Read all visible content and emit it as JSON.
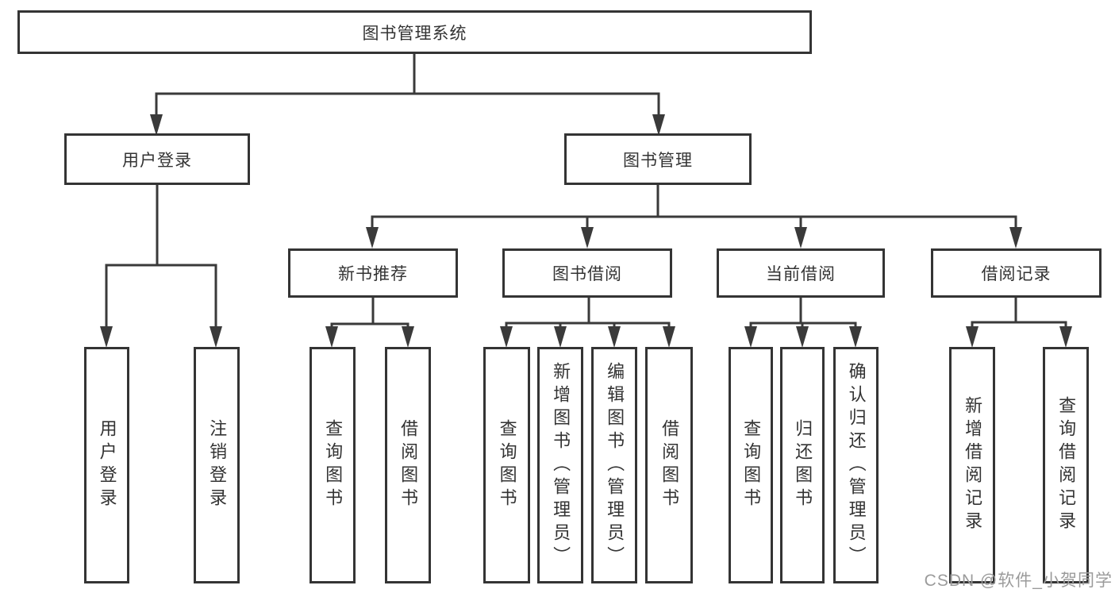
{
  "colors": {
    "line": "#3a3a3a",
    "box_border": "#343434",
    "text": "#333333",
    "watermark": "#9b9b9b",
    "background": "#ffffff"
  },
  "nodes": {
    "root": {
      "label": "图书管理系统"
    },
    "user_login": {
      "label": "用户登录"
    },
    "book_mgmt": {
      "label": "图书管理"
    },
    "new_book_rec": {
      "label": "新书推荐"
    },
    "book_borrow": {
      "label": "图书借阅"
    },
    "current_borrow": {
      "label": "当前借阅"
    },
    "borrow_records": {
      "label": "借阅记录"
    },
    "leaf_user_login": {
      "label": "用户登录"
    },
    "leaf_logout": {
      "label": "注销登录"
    },
    "leaf_rec_query": {
      "label": "查询图书"
    },
    "leaf_rec_borrow": {
      "label": "借阅图书"
    },
    "leaf_bb_query": {
      "label": "查询图书"
    },
    "leaf_bb_add": {
      "label": "新增图书（管理员）"
    },
    "leaf_bb_edit": {
      "label": "编辑图书（管理员）"
    },
    "leaf_bb_borrow": {
      "label": "借阅图书"
    },
    "leaf_cb_query": {
      "label": "查询图书"
    },
    "leaf_cb_return": {
      "label": "归还图书"
    },
    "leaf_cb_confirm": {
      "label": "确认归还（管理员）"
    },
    "leaf_br_add": {
      "label": "新增借阅记录"
    },
    "leaf_br_query": {
      "label": "查询借阅记录"
    }
  },
  "watermark": {
    "text": "CSDN @软件_小贺同学"
  }
}
